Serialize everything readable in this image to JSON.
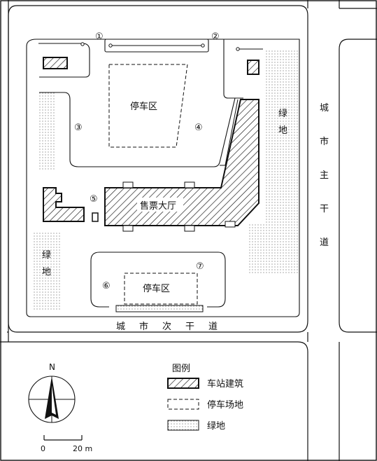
{
  "labels": {
    "parking_top": "停车区",
    "parking_bottom": "停车区",
    "ticket_hall": "售票大厅",
    "green_right": "绿地",
    "green_left": "绿地",
    "main_road": "城市主干道",
    "secondary_road": "城市次干道"
  },
  "markers": [
    "①",
    "②",
    "③",
    "④",
    "⑤",
    "⑥",
    "⑦"
  ],
  "legend": {
    "title": "图例",
    "items": [
      {
        "label": "车站建筑",
        "pattern": "hatch"
      },
      {
        "label": "停车场地",
        "pattern": "dashed"
      },
      {
        "label": "绿地",
        "pattern": "dots"
      }
    ]
  },
  "compass": {
    "north": "N"
  },
  "scale": {
    "start": "0",
    "end": "20 m"
  },
  "colors": {
    "ink": "#111111",
    "background": "#ffffff"
  }
}
